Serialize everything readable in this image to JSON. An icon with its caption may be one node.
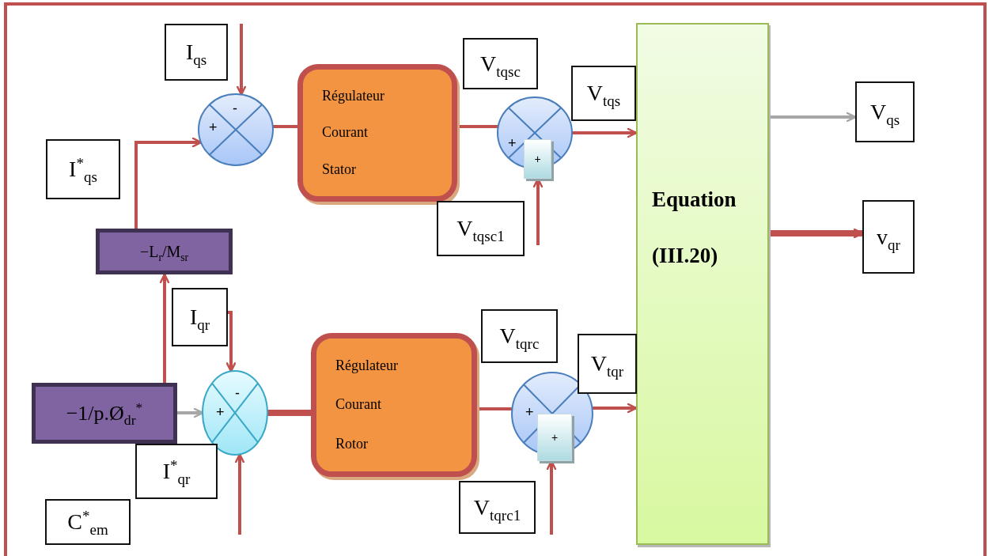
{
  "diagram": {
    "nodes": [
      {
        "text": [
          "I$_{qs}$"
        ]
      },
      {
        "text": [
          "I$^{*}$$_{qs}$"
        ]
      },
      {
        "text": [
          "-",
          "+"
        ]
      },
      {
        "text": [
          "Régulateur",
          "Courant",
          "Stator"
        ]
      },
      {
        "text": [
          "V$_{tqsc}$"
        ]
      },
      {
        "text": [
          "+"
        ]
      },
      {
        "text": [
          "+"
        ]
      },
      {
        "text": [
          "V$_{tqs}$"
        ]
      },
      {
        "text": [
          "V$_{tqsc1}$"
        ]
      },
      {
        "text": [
          "Equation",
          "(III.20)"
        ]
      },
      {
        "text": [
          "V$_{qs}$"
        ]
      },
      {
        "text": [
          "v$_{qr}$"
        ]
      },
      {
        "text": [
          "−L$_{r}$/M$_{sr}$"
        ]
      },
      {
        "text": [
          "I$_{qr}$"
        ]
      },
      {
        "text": [
          "−1/p.Ø$_{dr}$$^{*}$"
        ]
      },
      {
        "text": [
          "-",
          "+"
        ]
      },
      {
        "text": [
          "I$^{*}$$_{qr}$"
        ]
      },
      {
        "text": [
          "C$^{*}$$_{em}$"
        ]
      },
      {
        "text": [
          "Régulateur",
          "Courant",
          "Rotor"
        ]
      },
      {
        "text": [
          "V$_{tqrc}$"
        ]
      },
      {
        "text": [
          "+"
        ]
      },
      {
        "text": [
          "+"
        ]
      },
      {
        "text": [
          "V$_{tqr}$"
        ]
      },
      {
        "text": [
          "V$_{tqrc1}$"
        ]
      }
    ],
    "edges": [
      {
        "from": null,
        "to": 2,
        "arrow": "to"
      },
      {
        "from": 12,
        "to": 2,
        "arrow": "to"
      },
      {
        "from": 2,
        "to": 3,
        "arrow": "none"
      },
      {
        "from": 3,
        "to": 5,
        "arrow": "none"
      },
      {
        "from": null,
        "to": 6,
        "arrow": "to"
      },
      {
        "from": 5,
        "to": 9,
        "arrow": "to"
      },
      {
        "from": 9,
        "to": 10,
        "arrow": "to",
        "color": "#a6a6a6"
      },
      {
        "from": 9,
        "to": 11,
        "arrow": "to",
        "style": "thick"
      },
      {
        "from": 14,
        "to": 12,
        "arrow": "to"
      },
      {
        "from": 13,
        "to": 15,
        "arrow": "to"
      },
      {
        "from": 14,
        "to": 15,
        "arrow": "to",
        "color": "#a6a6a6"
      },
      {
        "from": null,
        "to": 15,
        "arrow": "to"
      },
      {
        "from": 15,
        "to": 18,
        "arrow": "none",
        "style": "thick"
      },
      {
        "from": 18,
        "to": 20,
        "arrow": "none"
      },
      {
        "from": null,
        "to": 21,
        "arrow": "to"
      },
      {
        "from": 20,
        "to": 9,
        "arrow": "to"
      }
    ]
  }
}
